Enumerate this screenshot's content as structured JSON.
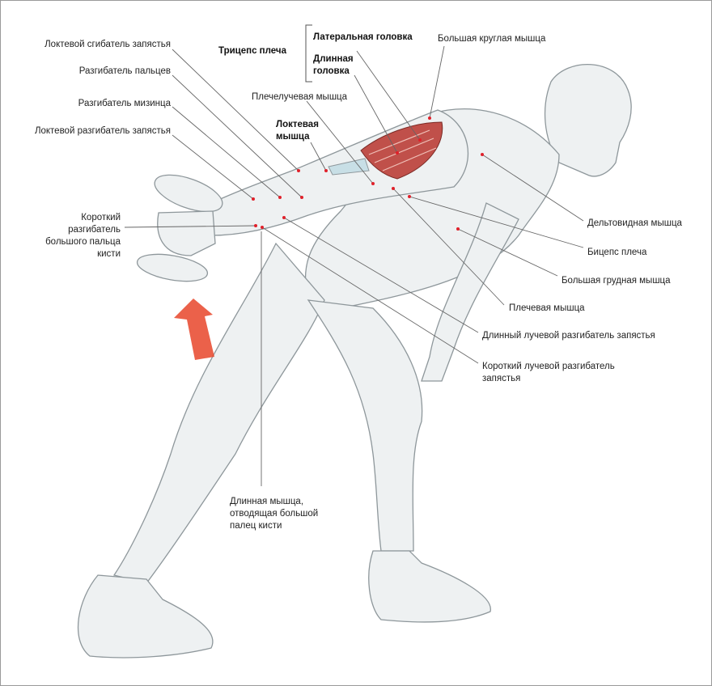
{
  "labels": {
    "flexor_carpi_ulnaris": "Локтевой сгибатель запястья",
    "extensor_digitorum": "Разгибатель пальцев",
    "extensor_digiti_minimi": "Разгибатель мизинца",
    "extensor_carpi_ulnaris": "Локтевой разгибатель запястья",
    "triceps": "Трицепс плеча",
    "lateral_head": "Латеральная головка",
    "long_head_1": "Длинная",
    "long_head_2": "головка",
    "teres_major": "Большая круглая мышца",
    "brachioradialis": "Плечелучевая  мышца",
    "anconeus_1": "Локтевая",
    "anconeus_2": "мышца",
    "deltoid": "Дельтовидная  мышца",
    "biceps": "Бицепс плеча",
    "pectoralis_major": "Большая грудная мышца",
    "brachialis": "Плечевая мышца",
    "ecr_longus": "Длинный лучевой разгибатель запястья",
    "ecr_brevis_1": "Короткий лучевой разгибатель",
    "ecr_brevis_2": "запястья",
    "epb_1": "Короткий",
    "epb_2": "разгибатель",
    "epb_3": "большого пальца",
    "epb_4": "кисти",
    "apl_1": "Длинная мышца,",
    "apl_2": "отводящая большой",
    "apl_3": "палец кисти"
  },
  "colors": {
    "marker": "#e0202a",
    "arrow": "#e8452a",
    "leader": "#666666",
    "muscle": "#c0504a"
  }
}
